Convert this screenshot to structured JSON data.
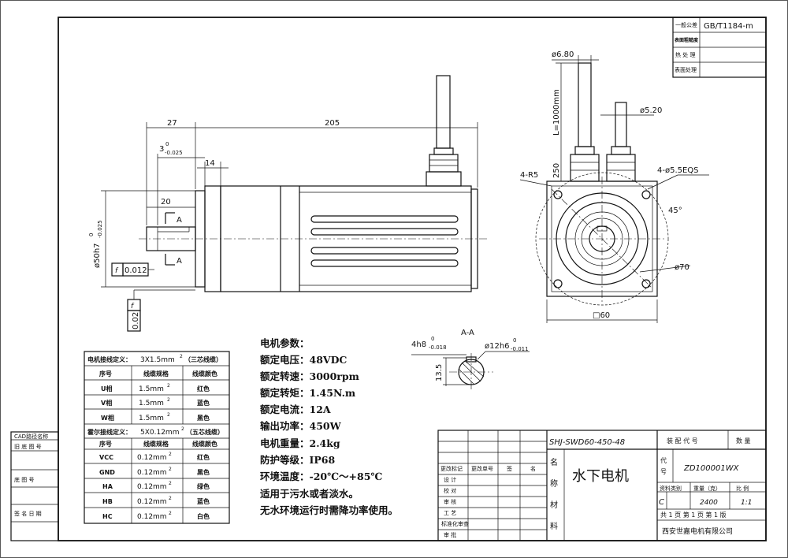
{
  "title_block_top": {
    "row1_label": "一般公差",
    "row1_value": "GB/T1184-m",
    "row2_label": "表面粗糙度",
    "row3_label": "热 处 理",
    "row4_label": "表面处理"
  },
  "left_strip": {
    "cad_path": "CAD路径名称",
    "old_drawing_no": "旧 底 图 号",
    "base_drawing_no": "底 图 号",
    "signature": "签 名 日 期"
  },
  "dimensions": {
    "d27": "27",
    "d205": "205",
    "tol3_base": "3",
    "tol3_sup": "0",
    "tol3_sub": "-0.025",
    "d14": "14",
    "d20": "20",
    "sectionA": "A",
    "dia50_base": "ø50h7",
    "dia50_sup": "0",
    "dia50_sub": "-0.025",
    "runout1": "0.012",
    "runout2": "0.02",
    "runout_sym": "f",
    "d6_80": "ø6.80",
    "cable_len": "L=1000mm",
    "d250": "250",
    "d5_20": "ø5.20",
    "r5": "4-R5",
    "holes": "4-ø5.5EQS",
    "angle45": "45°",
    "dia70": "ø70",
    "sq60": "□60",
    "section_title": "A-A",
    "key_base": "4h8",
    "key_sup": "0",
    "key_sub": "-0.018",
    "shaft_base": "ø12h6",
    "shaft_sup": "0",
    "shaft_sub": "-0.011",
    "d13_5": "13.5"
  },
  "wiring_table": {
    "motor_header": "电机接线定义：",
    "motor_spec_a": "3X1.5mm",
    "motor_spec_sup": "2",
    "motor_spec_b": "（三芯线缆）",
    "col_seq": "序号",
    "col_spec": "线缆规格",
    "col_color": "线缆颜色",
    "motor_rows": [
      {
        "seq": "U相",
        "spec": "1.5mm",
        "sup": "2",
        "color": "红色"
      },
      {
        "seq": "V相",
        "spec": "1.5mm",
        "sup": "2",
        "color": "蓝色"
      },
      {
        "seq": "W相",
        "spec": "1.5mm",
        "sup": "2",
        "color": "黑色"
      }
    ],
    "hall_header": "霍尔接线定义：",
    "hall_spec_a": "5X0.12mm",
    "hall_spec_sup": "2",
    "hall_spec_b": "（五芯线缆）",
    "hall_rows": [
      {
        "seq": "VCC",
        "spec": "0.12mm",
        "sup": "2",
        "color": "红色"
      },
      {
        "seq": "GND",
        "spec": "0.12mm",
        "sup": "2",
        "color": "黑色"
      },
      {
        "seq": "HA",
        "spec": "0.12mm",
        "sup": "2",
        "color": "绿色"
      },
      {
        "seq": "HB",
        "spec": "0.12mm",
        "sup": "2",
        "color": "蓝色"
      },
      {
        "seq": "HC",
        "spec": "0.12mm",
        "sup": "2",
        "color": "白色"
      }
    ]
  },
  "motor_params": {
    "heading": "电机参数：",
    "lines": [
      "额定电压：48VDC",
      "额定转速：3000rpm",
      "额定转矩：1.45N.m",
      "额定电流：12A",
      "输出功率：450W",
      "电机重量：2.4kg",
      "防护等级：IP68",
      "环境温度：-20℃～+85℃",
      "适用于污水或者淡水。",
      "无水环境运行时需降功率使用。"
    ]
  },
  "title_block": {
    "model": "SHJ-SWD60-450-48",
    "assembly_code": "装 配 代 号",
    "qty": "数 量",
    "rev_mark": "更改标记",
    "rev_no": "更改单号",
    "sign": "签",
    "date": "名",
    "design": "设 计",
    "check": "校 对",
    "review": "审 核",
    "process": "工 艺",
    "std_check": "标准化审查",
    "approve": "审 批",
    "name_label_1": "名",
    "name_label_2": "称",
    "material_label_1": "材",
    "material_label_2": "料",
    "name_value": "水下电机",
    "code_label_1": "代",
    "code_label_2": "号",
    "code_value": "ZD100001WX",
    "data_category": "资料类别",
    "weight_label": "重量（克）",
    "ratio_label": "比  例",
    "category_value": "C",
    "weight_value": "2400",
    "ratio_value": "1:1",
    "total_pages": "共 1 页 第 1 页 第 1 版",
    "company": "西安世嘉电机有限公司"
  }
}
